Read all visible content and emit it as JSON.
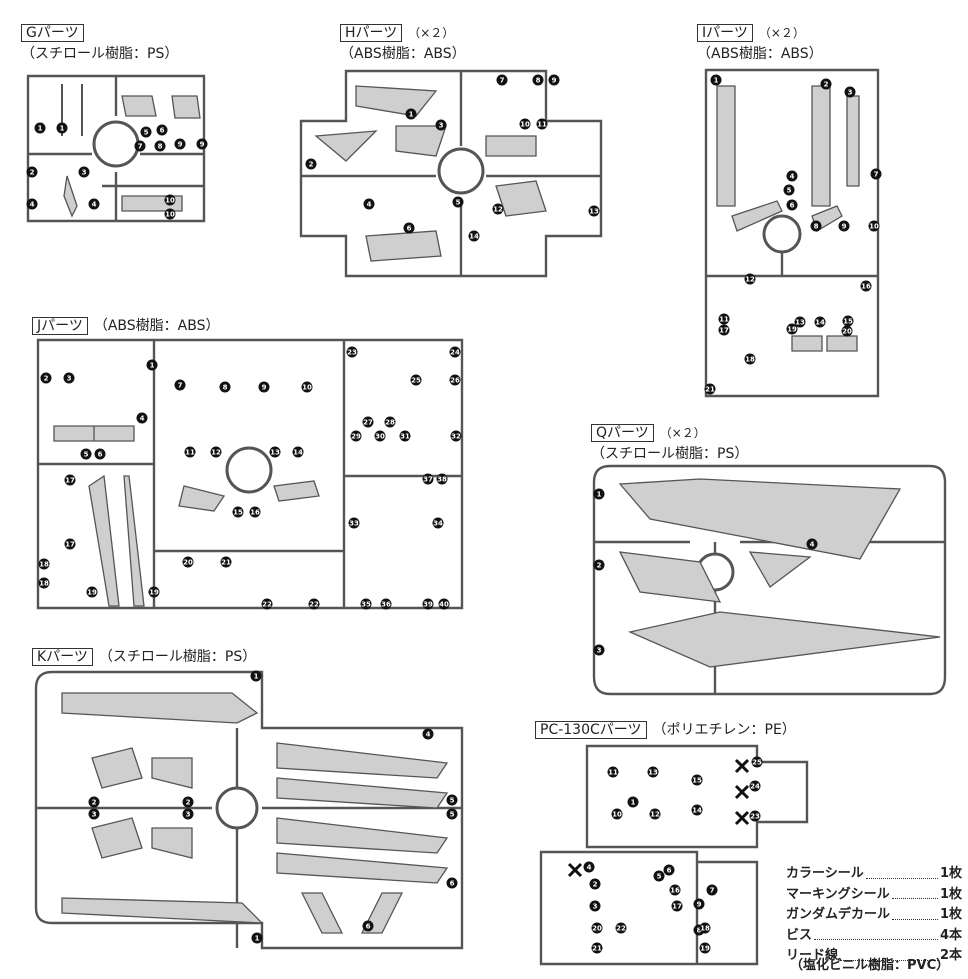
{
  "runners": [
    {
      "id": "G",
      "tag": "Gパーツ",
      "mult": "",
      "material": "（スチロール樹脂：PS）",
      "numbers": [
        "1",
        "1",
        "2",
        "3",
        "4",
        "4",
        "5",
        "6",
        "7",
        "8",
        "9",
        "9",
        "10",
        "10"
      ]
    },
    {
      "id": "H",
      "tag": "Hパーツ",
      "mult": "（×２）",
      "material": "（ABS樹脂：ABS）",
      "numbers": [
        "1",
        "2",
        "3",
        "4",
        "5",
        "6",
        "7",
        "8",
        "9",
        "10",
        "11",
        "12",
        "13",
        "14"
      ]
    },
    {
      "id": "I",
      "tag": "Iパーツ",
      "mult": "（×２）",
      "material": "（ABS樹脂：ABS）",
      "numbers": [
        "1",
        "2",
        "3",
        "4",
        "5",
        "6",
        "7",
        "8",
        "9",
        "10",
        "11",
        "12",
        "13",
        "14",
        "15",
        "16",
        "17",
        "18",
        "19",
        "20",
        "21"
      ]
    },
    {
      "id": "J",
      "tag": "Jパーツ",
      "mult": "",
      "material": "（ABS樹脂：ABS）",
      "numbers": [
        "1",
        "2",
        "3",
        "4",
        "5",
        "6",
        "7",
        "8",
        "9",
        "10",
        "11",
        "12",
        "13",
        "14",
        "15",
        "16",
        "17",
        "17",
        "18",
        "18",
        "19",
        "19",
        "20",
        "21",
        "22",
        "22",
        "23",
        "24",
        "25",
        "26",
        "27",
        "28",
        "29",
        "30",
        "31",
        "32",
        "33",
        "34",
        "35",
        "36",
        "37",
        "38",
        "39",
        "40"
      ]
    },
    {
      "id": "Q",
      "tag": "Qパーツ",
      "mult": "（×２）",
      "material": "（スチロール樹脂：PS）",
      "numbers": [
        "1",
        "2",
        "3",
        "4"
      ]
    },
    {
      "id": "K",
      "tag": "Kパーツ",
      "mult": "",
      "material": "（スチロール樹脂：PS）",
      "numbers": [
        "1",
        "1",
        "2",
        "2",
        "3",
        "3",
        "4",
        "5",
        "5",
        "6",
        "6"
      ]
    },
    {
      "id": "PC",
      "tag": "PC-130Cパーツ",
      "mult": "",
      "material": "（ポリエチレン：PE）",
      "numbers": [
        "1",
        "2",
        "3",
        "4",
        "5",
        "6",
        "7",
        "8",
        "9",
        "10",
        "11",
        "12",
        "13",
        "14",
        "15",
        "16",
        "17",
        "18",
        "19",
        "20",
        "21",
        "22",
        "23",
        "24",
        "25"
      ]
    }
  ],
  "accessories": [
    {
      "name": "カラーシール",
      "qty": "1枚"
    },
    {
      "name": "マーキングシール",
      "qty": "1枚"
    },
    {
      "name": "ガンダムデカール",
      "qty": "1枚"
    },
    {
      "name": "ビス",
      "qty": "4本"
    },
    {
      "name": "リード線",
      "qty": "2本"
    }
  ],
  "note": "（塩化ビニル樹脂：PVC）"
}
